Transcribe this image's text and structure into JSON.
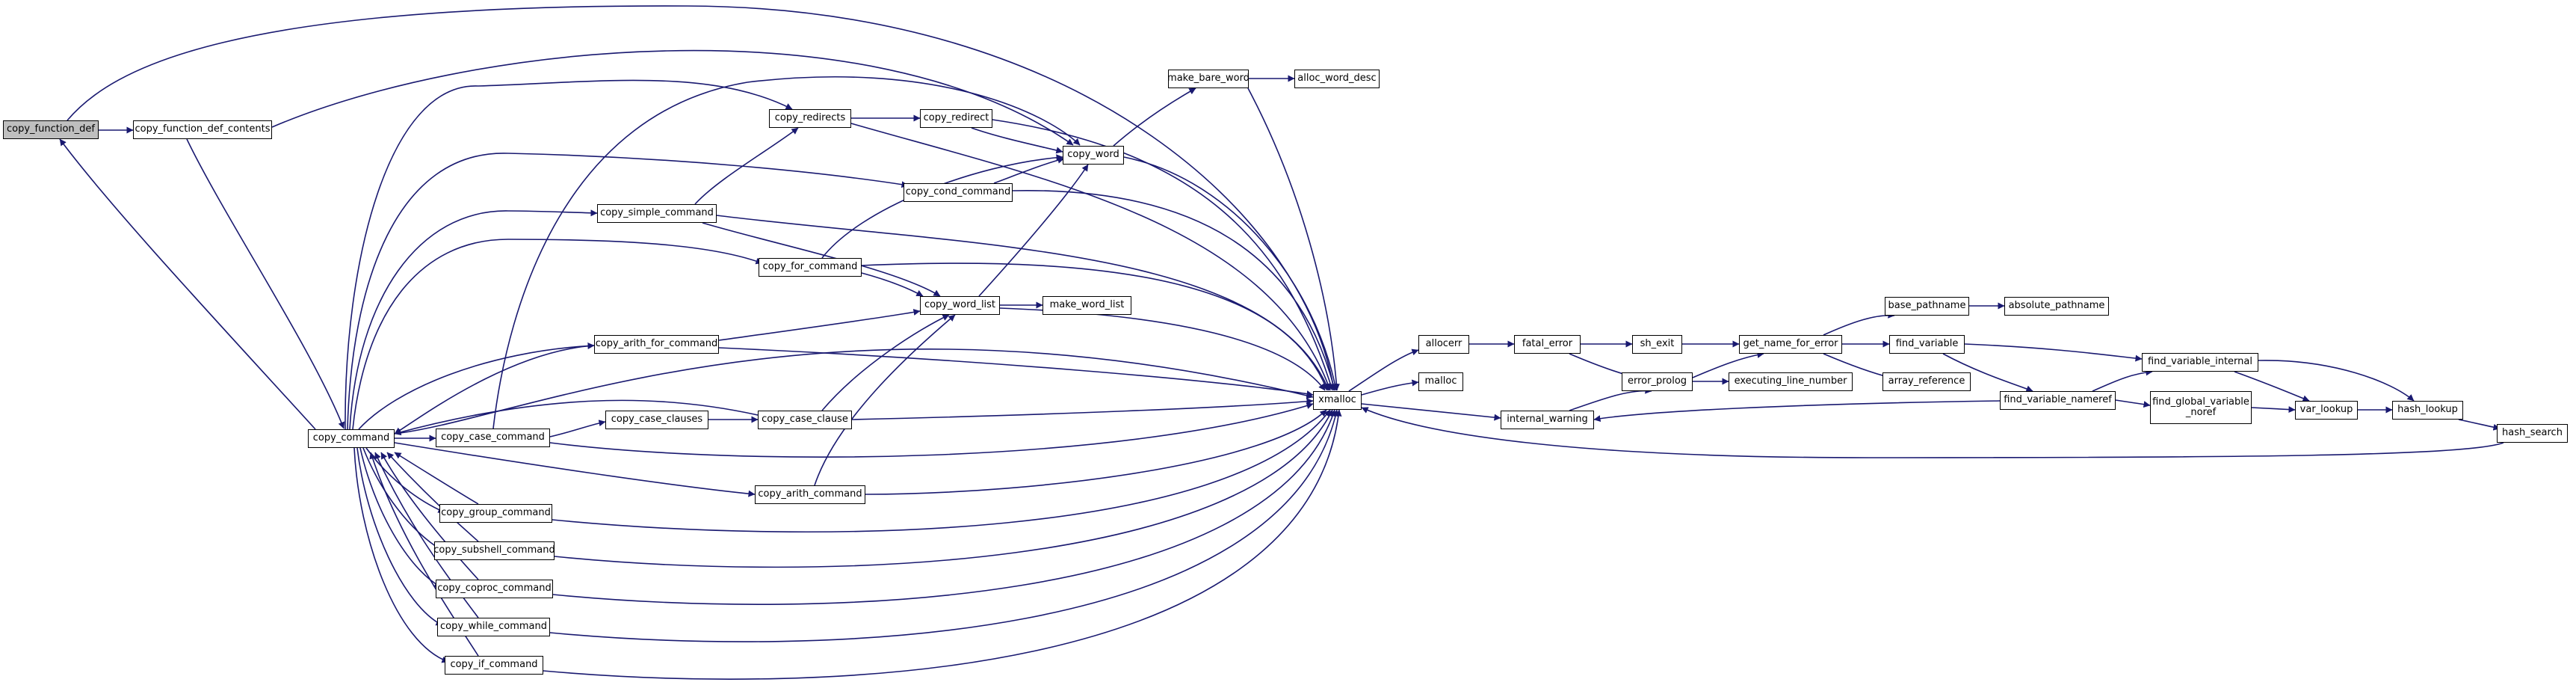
{
  "graph": {
    "edge_color": "#191970",
    "root_fill": "#bfbfbf",
    "nodes": {
      "copy_function_def": "copy_function_def",
      "copy_function_def_contents": "copy_function_def_contents",
      "copy_command": "copy_command",
      "copy_redirects": "copy_redirects",
      "copy_redirect": "copy_redirect",
      "copy_word": "copy_word",
      "make_bare_word": "make_bare_word",
      "alloc_word_desc": "alloc_word_desc",
      "copy_cond_command": "copy_cond_command",
      "copy_simple_command": "copy_simple_command",
      "copy_for_command": "copy_for_command",
      "copy_word_list": "copy_word_list",
      "make_word_list": "make_word_list",
      "copy_arith_for_command": "copy_arith_for_command",
      "copy_case_command": "copy_case_command",
      "copy_case_clauses": "copy_case_clauses",
      "copy_case_clause": "copy_case_clause",
      "copy_arith_command": "copy_arith_command",
      "copy_group_command": "copy_group_command",
      "copy_subshell_command": "copy_subshell_command",
      "copy_coproc_command": "copy_coproc_command",
      "copy_while_command": "copy_while_command",
      "copy_if_command": "copy_if_command",
      "xmalloc": "xmalloc",
      "allocerr": "allocerr",
      "malloc": "malloc",
      "internal_warning": "internal_warning",
      "fatal_error": "fatal_error",
      "sh_exit": "sh_exit",
      "error_prolog": "error_prolog",
      "get_name_for_error": "get_name_for_error",
      "executing_line_number": "executing_line_number",
      "base_pathname": "base_pathname",
      "absolute_pathname": "absolute_pathname",
      "find_variable": "find_variable",
      "array_reference": "array_reference",
      "find_variable_nameref": "find_variable_nameref",
      "find_variable_internal": "find_variable_internal",
      "find_global_variable_noref": "find_global_variable\n_noref",
      "var_lookup": "var_lookup",
      "hash_lookup": "hash_lookup",
      "hash_search": "hash_search"
    }
  }
}
